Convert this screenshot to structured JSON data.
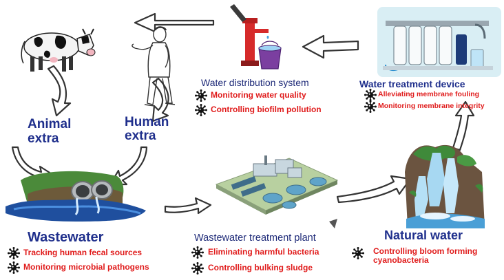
{
  "nodes": {
    "animal": {
      "label_line1": "Animal",
      "label_line2": "extra"
    },
    "human": {
      "label_line1": "Human",
      "label_line2": "extra"
    },
    "water_distribution": {
      "title": "Water distribution system",
      "items": [
        "Monitoring water quality",
        "Controlling biofilm pollution"
      ]
    },
    "water_treatment_device": {
      "title": "Water treatment device",
      "items": [
        "Alleviating membrane fouling",
        "Monitoring membrane integrity"
      ]
    },
    "wastewater": {
      "title": "Wastewater",
      "items": [
        "Tracking human fecal sources",
        "Monitoring microbial pathogens"
      ]
    },
    "wastewater_treatment_plant": {
      "title": "Wastewater treatment plant",
      "items": [
        "Eliminating harmful bacteria",
        "Controlling bulking sludge"
      ]
    },
    "natural_water": {
      "title": "Natural water",
      "items_line1": "Controlling bloom forming",
      "items_line2": "cyanobacteria"
    }
  },
  "colors": {
    "title": "#1f2f8c",
    "item_text": "#e01b1b",
    "arrow": "#333333",
    "germ": "#111111"
  },
  "icons": [
    "cow-illustration",
    "human-sketch",
    "water-pump-icon",
    "filter-device-icon",
    "sewer-pipe-icon",
    "treatment-plant-icon",
    "waterfall-icon",
    "bacteria-icon"
  ]
}
